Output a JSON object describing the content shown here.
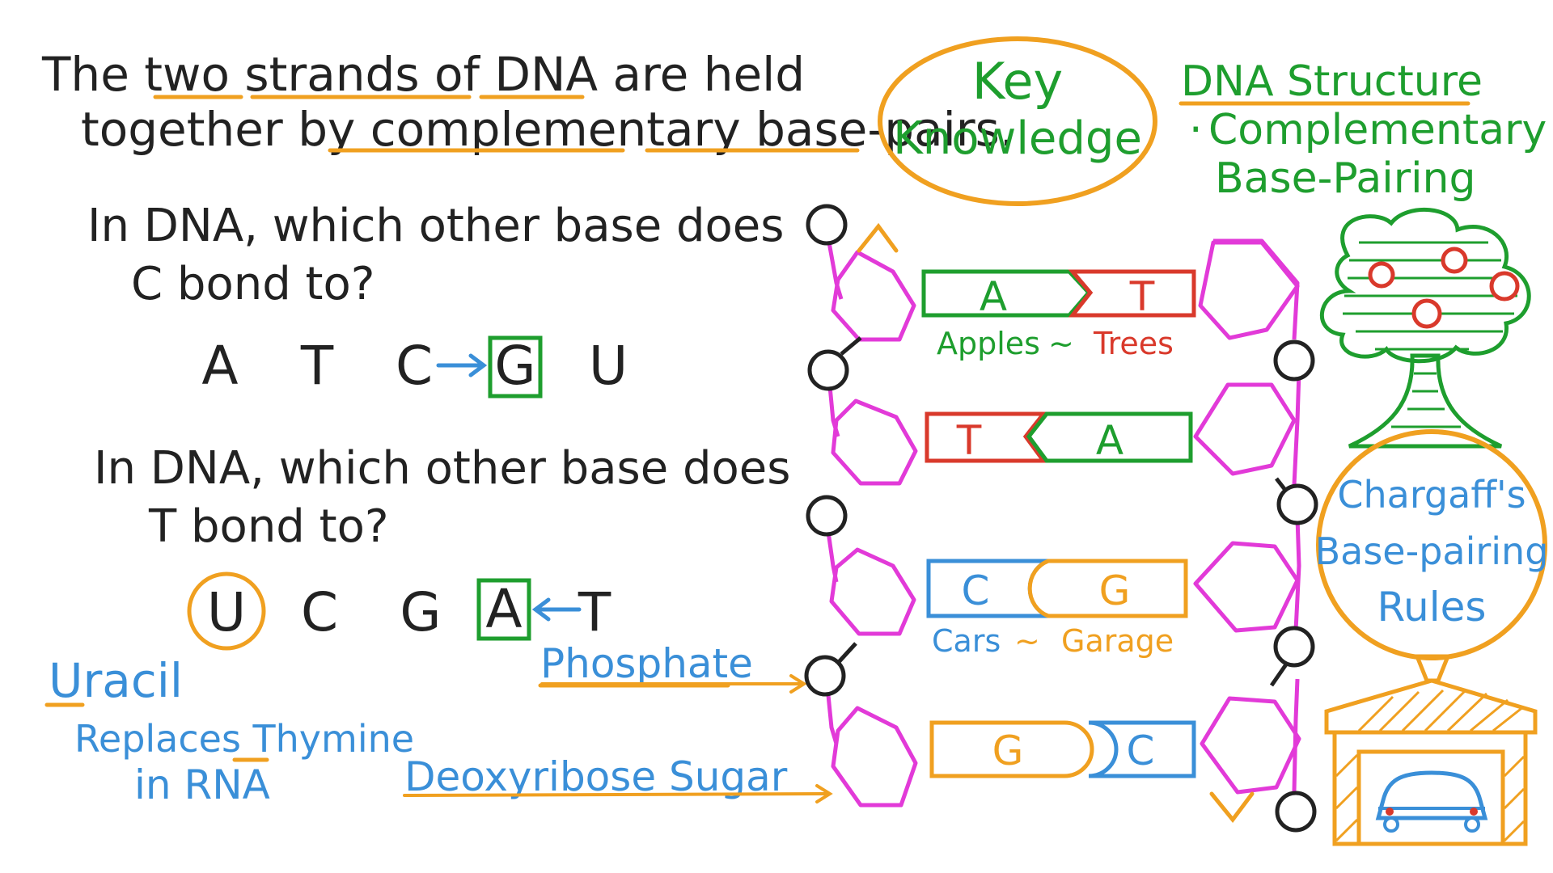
{
  "intro": {
    "line1": "The two strands of DNA are held",
    "line2": "together by complementary base-pairs."
  },
  "key_knowledge": {
    "line1": "Key",
    "line2": "Knowledge"
  },
  "topic": {
    "title": "DNA Structure",
    "bullet": "·",
    "sub1": "Complementary",
    "sub2": "Base-Pairing"
  },
  "question1": {
    "line1": "In DNA, which other base does",
    "line2": "C bond to?",
    "options": [
      "A",
      "T",
      "C",
      "G",
      "U"
    ]
  },
  "question2": {
    "line1": "In DNA, which other base does",
    "line2": "T bond to?",
    "options": [
      "U",
      "C",
      "G",
      "A",
      "T"
    ]
  },
  "uracil_note": {
    "line1": "Uracil",
    "line2": "Replaces Thymine",
    "line3": "in RNA"
  },
  "labels": {
    "phosphate": "Phosphate",
    "sugar": "Deoxyribose Sugar"
  },
  "pairs": [
    {
      "left": "A",
      "right": "T"
    },
    {
      "left": "T",
      "right": "A"
    },
    {
      "left": "C",
      "right": "G"
    },
    {
      "left": "G",
      "right": "C"
    }
  ],
  "mnemonics": {
    "apples": "Apples",
    "tilde": "~",
    "trees": "Trees",
    "cars": "Cars",
    "garage": "Garage"
  },
  "chargaff": {
    "line1": "Chargaff's",
    "line2": "Base-pairing",
    "line3": "Rules"
  },
  "colors": {
    "ink": "#222222",
    "green": "#1e9e2e",
    "red": "#d9392b",
    "blue": "#3a8fd8",
    "orange": "#f0a020",
    "magenta": "#e23ad8"
  }
}
